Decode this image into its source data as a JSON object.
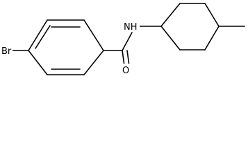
{
  "molecule": {
    "atoms": {
      "bromine": "Br",
      "oxygen": "O",
      "amide_nitrogen": "NH"
    }
  }
}
